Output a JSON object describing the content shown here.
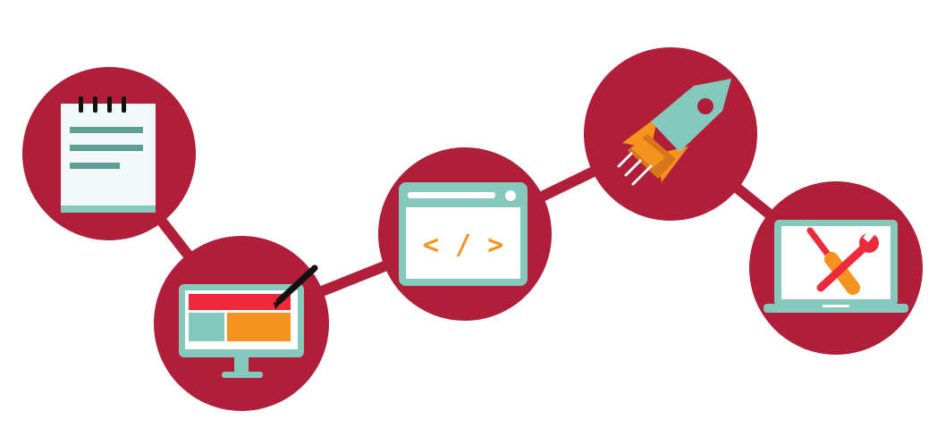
{
  "colors": {
    "background": "#ffffff",
    "circle": "#b01e3a",
    "connector": "#b01e3a",
    "teal": "#85c9bd",
    "teal_dark": "#5c9d94",
    "paper": "#f2f8f7",
    "screen": "#ffffff",
    "orange": "#f6921e",
    "orange_dark": "#d9751a",
    "red": "#ec2a3a",
    "black": "#111111"
  },
  "steps": [
    {
      "name": "planning-step",
      "icon": "notepad-icon"
    },
    {
      "name": "design-step",
      "icon": "monitor-design-icon"
    },
    {
      "name": "development-step",
      "icon": "browser-code-icon"
    },
    {
      "name": "launch-step",
      "icon": "rocket-icon"
    },
    {
      "name": "maintenance-step",
      "icon": "laptop-tools-icon"
    }
  ],
  "code_symbol": "< / >"
}
